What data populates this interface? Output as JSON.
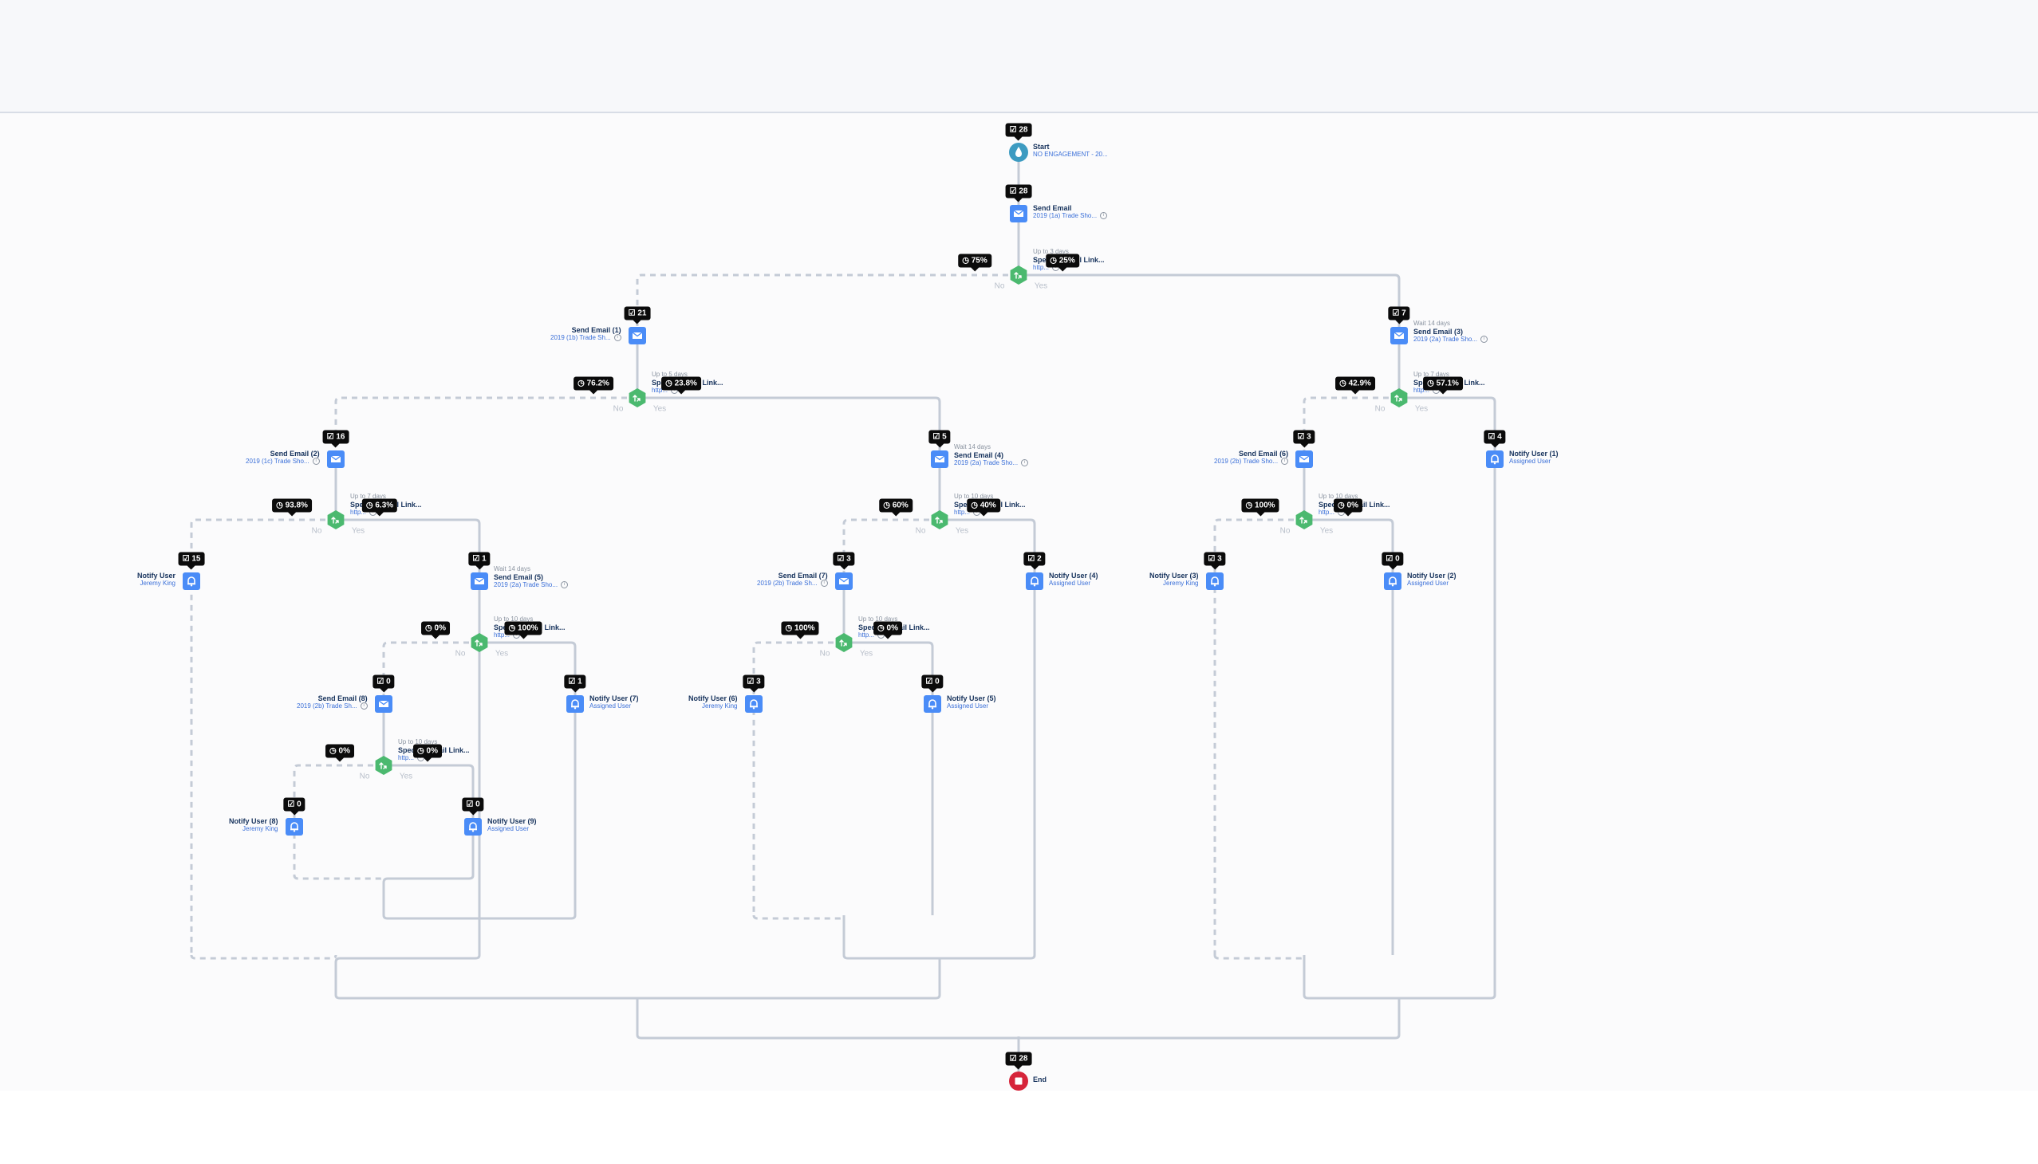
{
  "flow": {
    "start": {
      "title": "Start",
      "subtitle": "NO ENGAGEMENT - 20...",
      "count": "28"
    },
    "end": {
      "title": "End",
      "count": "28"
    },
    "labels": {
      "no": "No",
      "yes": "Yes"
    },
    "nodes": [
      {
        "id": "send-email",
        "title": "Send Email",
        "subtitle": "2019 (1a) Trade Sho...",
        "count": "28"
      },
      {
        "id": "send-email-1",
        "title": "Send Email (1)",
        "subtitle": "2019 (1b) Trade Sh...",
        "count": "21"
      },
      {
        "id": "send-email-2",
        "title": "Send Email (2)",
        "subtitle": "2019 (1c) Trade Sho...",
        "count": "16"
      },
      {
        "id": "send-email-3",
        "title": "Send Email (3)",
        "subtitle": "2019 (2a) Trade Sho...",
        "wait": "Wait 14 days",
        "count": "7"
      },
      {
        "id": "send-email-4",
        "title": "Send Email (4)",
        "subtitle": "2019 (2a) Trade Sho...",
        "wait": "Wait 14 days",
        "count": "5"
      },
      {
        "id": "send-email-5",
        "title": "Send Email (5)",
        "subtitle": "2019 (2a) Trade Sho...",
        "wait": "Wait 14 days",
        "count": "1"
      },
      {
        "id": "send-email-6",
        "title": "Send Email (6)",
        "subtitle": "2019 (2b) Trade Sho...",
        "count": "3"
      },
      {
        "id": "send-email-7",
        "title": "Send Email (7)",
        "subtitle": "2019 (2b) Trade Sh...",
        "count": "3"
      },
      {
        "id": "send-email-8",
        "title": "Send Email (8)",
        "subtitle": "2019 (2b) Trade Sh...",
        "count": "0"
      },
      {
        "id": "notify-user",
        "title": "Notify User",
        "subtitle": "Jeremy King",
        "count": "15"
      },
      {
        "id": "notify-user-1",
        "title": "Notify User (1)",
        "subtitle": "Assigned User",
        "count": "4"
      },
      {
        "id": "notify-user-2",
        "title": "Notify User (2)",
        "subtitle": "Assigned User",
        "count": "0"
      },
      {
        "id": "notify-user-3",
        "title": "Notify User (3)",
        "subtitle": "Jeremy King",
        "count": "3"
      },
      {
        "id": "notify-user-4",
        "title": "Notify User (4)",
        "subtitle": "Assigned User",
        "count": "2"
      },
      {
        "id": "notify-user-5",
        "title": "Notify User (5)",
        "subtitle": "Assigned User",
        "count": "0"
      },
      {
        "id": "notify-user-6",
        "title": "Notify User (6)",
        "subtitle": "Jeremy King",
        "count": "3"
      },
      {
        "id": "notify-user-7",
        "title": "Notify User (7)",
        "subtitle": "Assigned User",
        "count": "1"
      },
      {
        "id": "notify-user-8",
        "title": "Notify User (8)",
        "subtitle": "Jeremy King",
        "count": "0"
      },
      {
        "id": "notify-user-9",
        "title": "Notify User (9)",
        "subtitle": "Assigned User",
        "count": "0"
      }
    ],
    "splits": [
      {
        "id": "split-a",
        "wait": "Up to 3 days",
        "title": "Specific Email Link...",
        "subtitle": "http...",
        "no_pct": "75%",
        "yes_pct": "25%"
      },
      {
        "id": "split-b",
        "wait": "Up to 5 days",
        "title": "Specific Email Link...",
        "subtitle": "http...",
        "no_pct": "76.2%",
        "yes_pct": "23.8%"
      },
      {
        "id": "split-c",
        "wait": "Up to 7 days",
        "title": "Specific Email Link...",
        "subtitle": "http...",
        "no_pct": "42.9%",
        "yes_pct": "57.1%"
      },
      {
        "id": "split-d",
        "wait": "Up to 7 days",
        "title": "Specific Email Link...",
        "subtitle": "http...",
        "no_pct": "93.8%",
        "yes_pct": "6.3%"
      },
      {
        "id": "split-e",
        "wait": "Up to 10 days",
        "title": "Specific Email Link...",
        "subtitle": "http...",
        "no_pct": "60%",
        "yes_pct": "40%"
      },
      {
        "id": "split-f",
        "wait": "Up to 10 days",
        "title": "Specific Email Link...",
        "subtitle": "http...",
        "no_pct": "100%",
        "yes_pct": "0%"
      },
      {
        "id": "split-g",
        "wait": "Up to 10 days",
        "title": "Specific Email Link...",
        "subtitle": "http...",
        "no_pct": "0%",
        "yes_pct": "100%"
      },
      {
        "id": "split-h",
        "wait": "Up to 10 days",
        "title": "Specific Email Link...",
        "subtitle": "http...",
        "no_pct": "100%",
        "yes_pct": "0%"
      },
      {
        "id": "split-i",
        "wait": "Up to 10 days",
        "title": "Specific Email Link...",
        "subtitle": "http...",
        "no_pct": "0%",
        "yes_pct": "0%"
      }
    ],
    "colors": {
      "email": "#4a8cf7",
      "split": "#4bb96f",
      "start": "#3d9bc1",
      "end": "#d6243a",
      "wire": "#c4cbd6"
    }
  }
}
